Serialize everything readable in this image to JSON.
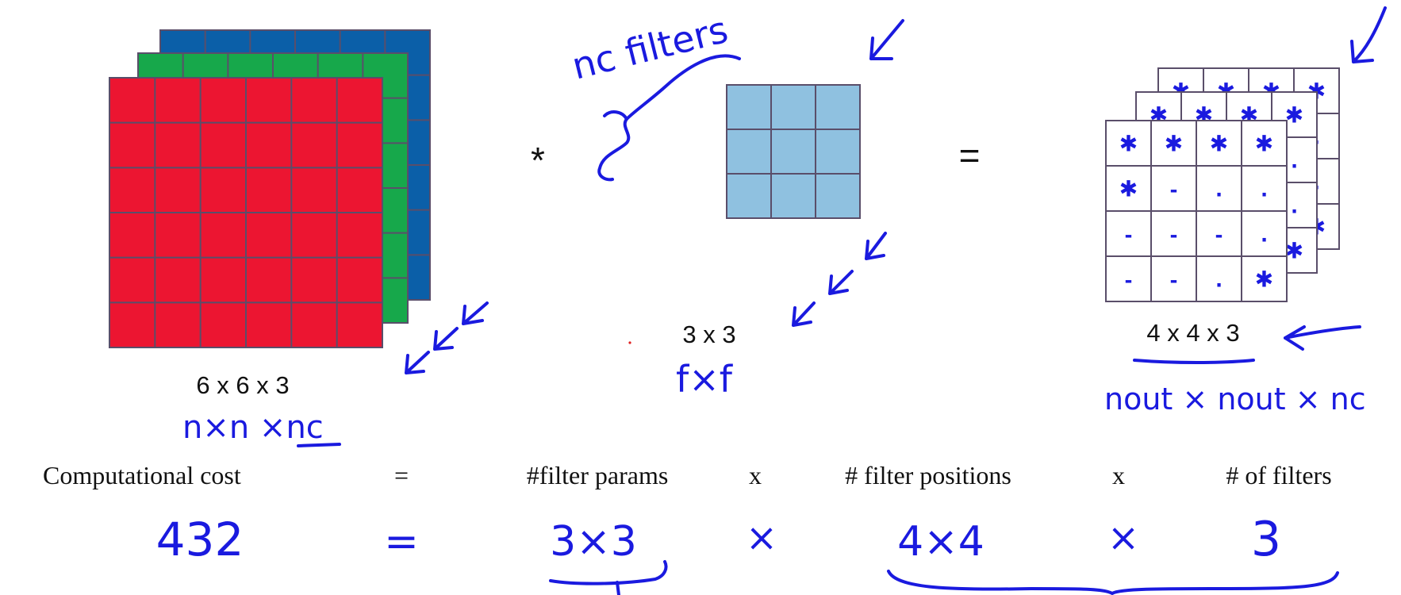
{
  "colors": {
    "red_channel": "#ec1531",
    "green_channel": "#17a84b",
    "blue_channel": "#0b5fa8",
    "filter_fill": "#8fc1e0",
    "grid_line": "#5a4e6a",
    "ink": "#1a1adf"
  },
  "input": {
    "label": "6 x 6 x 3",
    "note": "n×n ×nc"
  },
  "operator_star": "*",
  "operator_equals": "=",
  "filter": {
    "label": "3 x 3",
    "note": "f×f",
    "count_note": "nc filters"
  },
  "output": {
    "label": "4 x 4 x 3",
    "note": "nout × nout × nc",
    "front_marks": [
      [
        "✱",
        "✱",
        "✱",
        "✱"
      ],
      [
        "✱",
        "-",
        ".",
        "."
      ],
      [
        "-",
        "-",
        "-",
        "."
      ],
      [
        "-",
        "-",
        ".",
        "✱"
      ]
    ]
  },
  "cost_row": {
    "term_cost": "Computational cost",
    "equals": "=",
    "term_params": "#filter params",
    "times1": "x",
    "term_positions": "# filter positions",
    "times2": "x",
    "term_filters": "# of filters"
  },
  "cost_values": {
    "cost": "432",
    "equals": "=",
    "params": "3×3",
    "times1": "×",
    "positions": "4×4",
    "times2": "×",
    "filters": "3"
  }
}
